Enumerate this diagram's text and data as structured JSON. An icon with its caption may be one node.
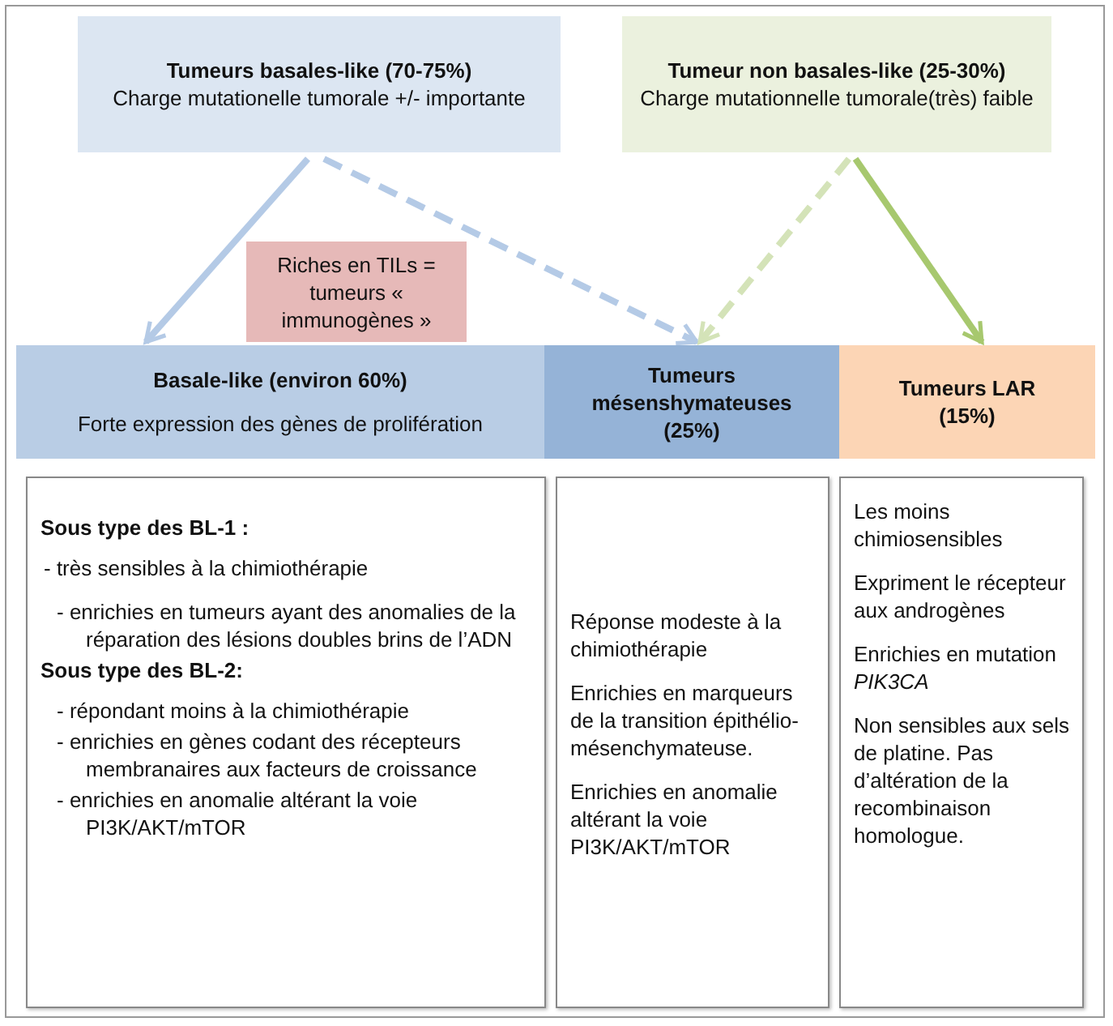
{
  "diagram": {
    "nodes": [
      {
        "text": [
          "Tumeurs basales-like (70-75%)",
          "Charge mutationelle tumorale +/- importante"
        ]
      },
      {
        "text": [
          "Tumeur non basales-like (25-30%)",
          "Charge mutationnelle tumorale(très) faible"
        ]
      },
      {
        "text": [
          "Riches en TILs = tumeurs « immunogènes »"
        ]
      },
      {
        "text": [
          "Basale-like (environ 60%)",
          "Forte expression des gènes de prolifération"
        ]
      },
      {
        "text": [
          "Tumeurs mésenshymateuses (25%)"
        ]
      },
      {
        "text": [
          "Tumeurs LAR (15%)"
        ]
      },
      {
        "text": [
          "Sous type des BL-1 :",
          "- très sensibles à la chimiothérapie",
          "- enrichies en tumeurs ayant des anomalies de la réparation des lésions doubles brins de l’ADN",
          "Sous type des BL-2:",
          "- répondant moins à la chimiothérapie",
          "- enrichies en gènes codant des récepteurs membranaires aux facteurs de croissance",
          "- enrichies en anomalie altérant la voie PI3K/AKT/mTOR"
        ]
      },
      {
        "text": [
          "Réponse modeste à la chimiothérapie",
          "Enrichies en marqueurs de la transition épithélio-mésenchymateuse.",
          "Enrichies en anomalie altérant la voie PI3K/AKT/mTOR"
        ]
      },
      {
        "text": [
          "Les moins chimiosensibles",
          "Expriment le récepteur aux androgènes",
          "Enrichies en mutation *PIK3CA*",
          "Non sensibles aux sels de platine. Pas d’altération de la recombinaison homologue."
        ]
      }
    ],
    "edges": [
      {
        "from": 0,
        "to": 3,
        "arrow": "to",
        "color": "#b4cae6"
      },
      {
        "from": 0,
        "to": 4,
        "arrow": "to",
        "style": "dashed",
        "color": "#b4cae6"
      },
      {
        "from": 1,
        "to": 4,
        "arrow": "to",
        "style": "dashed",
        "color": "#d4e3b8"
      },
      {
        "from": 1,
        "to": 5,
        "arrow": "to",
        "color": "#a7c86e"
      }
    ]
  }
}
